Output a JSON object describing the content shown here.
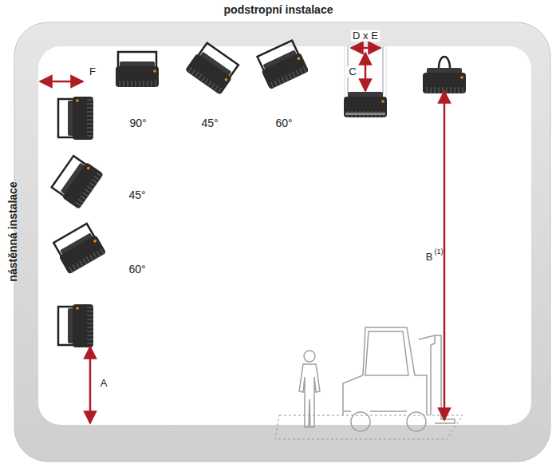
{
  "diagram": {
    "labels": [
      "podstropní instalace",
      "nástěnná instalace",
      "90°",
      "45°",
      "60°",
      "45°",
      "60°",
      "F",
      "D x E",
      "C",
      "B",
      "(1)",
      "A"
    ]
  }
}
